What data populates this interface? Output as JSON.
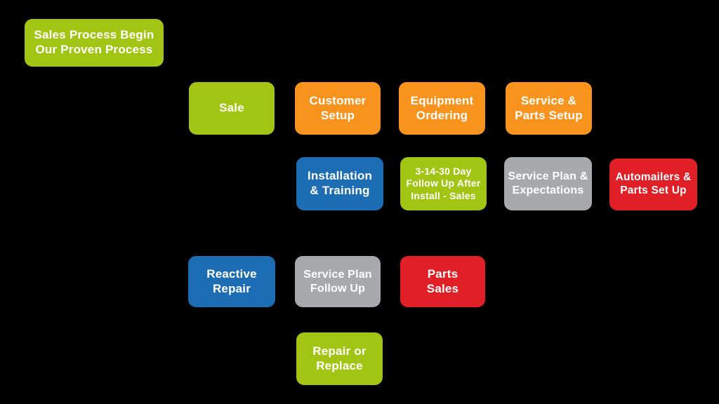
{
  "canvas": {
    "background": "#000000"
  },
  "palette": {
    "green": "#a2c413",
    "orange": "#f8941e",
    "blue": "#1d6db4",
    "gray": "#a7a9ac",
    "red": "#e01f26",
    "text": "#ffffff"
  },
  "nodes": [
    {
      "name": "sales-process-begin",
      "text": "Sales Process Begin\nOur Proven Process",
      "color": "#a2c413"
    },
    {
      "name": "sale",
      "text": "Sale",
      "color": "#a2c413"
    },
    {
      "name": "customer-setup",
      "text": "Customer\nSetup",
      "color": "#f8941e"
    },
    {
      "name": "equipment-ordering",
      "text": "Equipment\nOrdering",
      "color": "#f8941e"
    },
    {
      "name": "service-parts-setup",
      "text": "Service &\nParts Setup",
      "color": "#f8941e"
    },
    {
      "name": "installation-training",
      "text": "Installation\n& Training",
      "color": "#1d6db4"
    },
    {
      "name": "follow-up-3-14-30-day",
      "text": "3-14-30 Day\nFollow Up After\nInstall - Sales",
      "color": "#a2c413"
    },
    {
      "name": "service-plan-expectations",
      "text": "Service Plan &\nExpectations",
      "color": "#a7a9ac"
    },
    {
      "name": "automailers-parts-set-up",
      "text": "Automailers &\nParts Set Up",
      "color": "#e01f26"
    },
    {
      "name": "reactive-repair",
      "text": "Reactive\nRepair",
      "color": "#1d6db4"
    },
    {
      "name": "service-plan-follow-up",
      "text": "Service Plan\nFollow Up",
      "color": "#a7a9ac"
    },
    {
      "name": "parts-sales",
      "text": "Parts\nSales",
      "color": "#e01f26"
    },
    {
      "name": "repair-or-replace",
      "text": "Repair or\nReplace",
      "color": "#a2c413"
    }
  ]
}
